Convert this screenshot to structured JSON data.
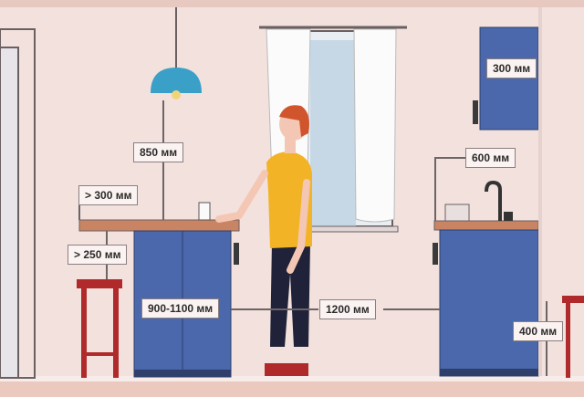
{
  "title": "Kitchen ergonomic dimensions",
  "labels": {
    "lamp_height": "850 мм",
    "counter_overhang": "> 300 мм",
    "stool_gap": "> 250 мм",
    "counter_height": "900-1100 мм",
    "aisle_width": "1200 мм",
    "backsplash_height": "600 мм",
    "upper_cabinet_depth": "300 мм",
    "side_gap": "400 мм"
  },
  "colors": {
    "wall": "#f2e1dd",
    "cabinet": "#4a68ab",
    "wood": "#c98563",
    "stool": "#b12a2b",
    "shirt": "#f3b327",
    "lamp": "#3aa0c8"
  }
}
